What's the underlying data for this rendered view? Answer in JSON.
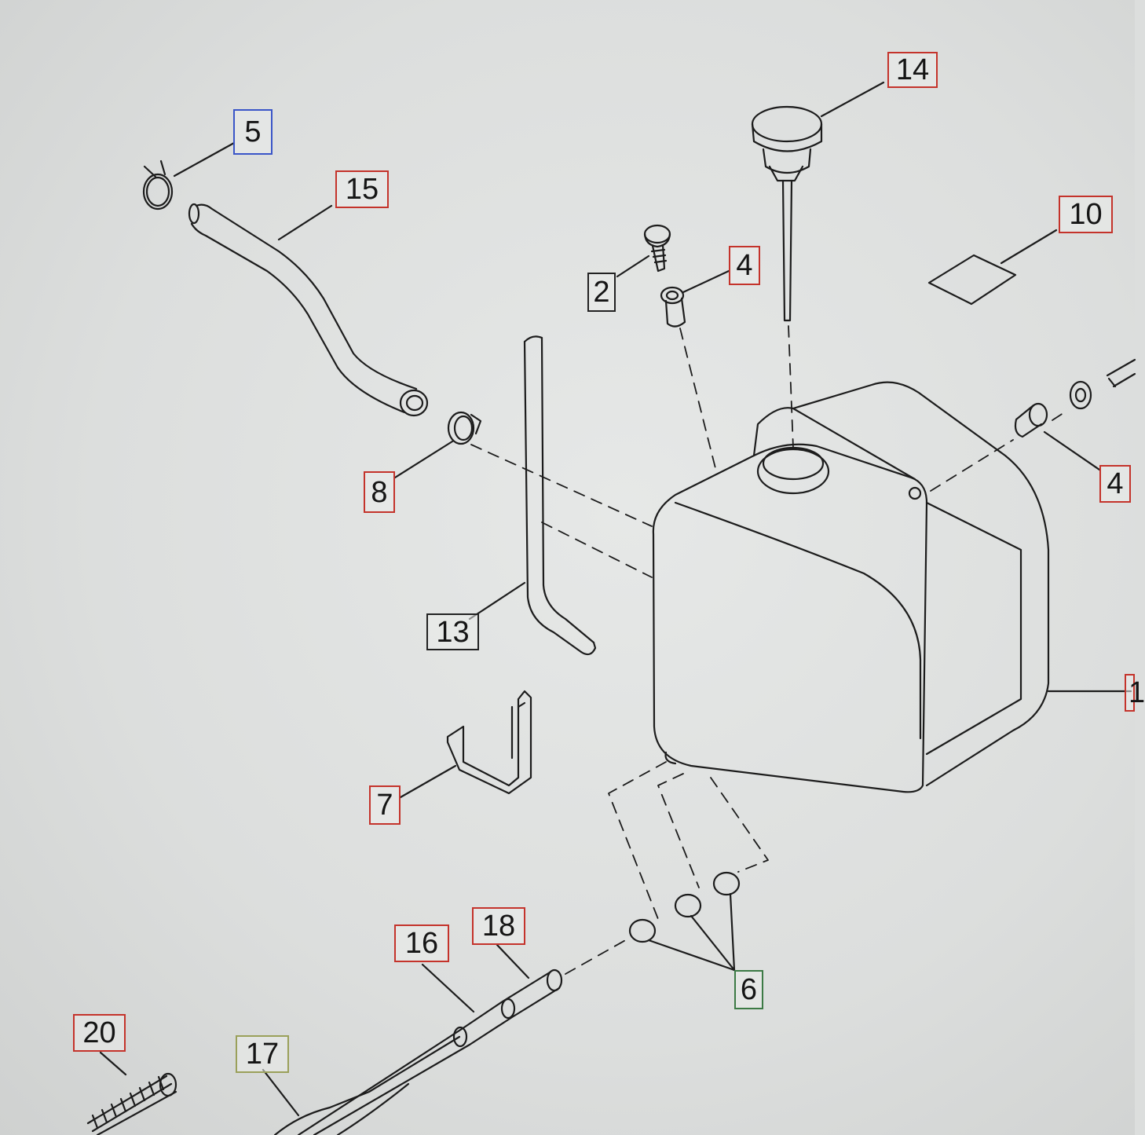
{
  "callouts": [
    {
      "label": "14",
      "border": "#c4332b"
    },
    {
      "label": "5",
      "border": "#3a55c8"
    },
    {
      "label": "15",
      "border": "#c4332b"
    },
    {
      "label": "10",
      "border": "#c4332b"
    },
    {
      "label": "2",
      "border": "#222222"
    },
    {
      "label": "4",
      "border": "#c4332b"
    },
    {
      "label": "8",
      "border": "#c4332b"
    },
    {
      "label": "4",
      "border": "#c4332b"
    },
    {
      "label": "13",
      "border": "#222222"
    },
    {
      "label": "1",
      "border": "#c4332b"
    },
    {
      "label": "7",
      "border": "#c4332b"
    },
    {
      "label": "16",
      "border": "#c4332b"
    },
    {
      "label": "18",
      "border": "#c4332b"
    },
    {
      "label": "6",
      "border": "#3c7a45"
    },
    {
      "label": "20",
      "border": "#c4332b"
    },
    {
      "label": "17",
      "border": "#9aa05a"
    }
  ],
  "colors": {
    "background": "#dcdedd",
    "line": "#1c1c1c"
  }
}
